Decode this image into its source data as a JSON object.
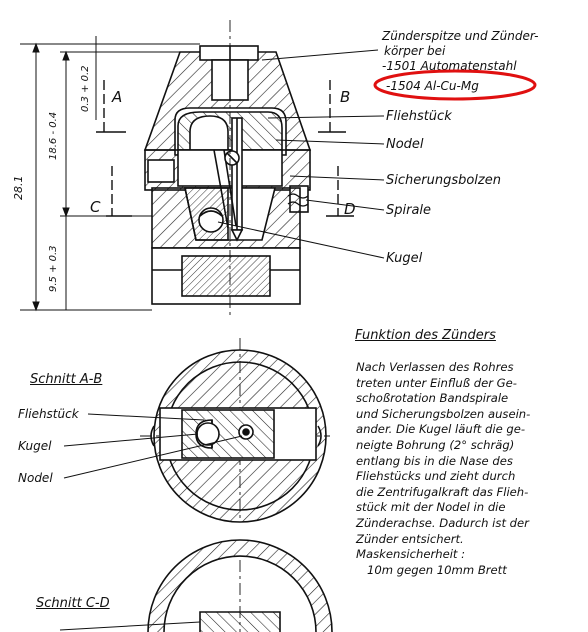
{
  "labels": {
    "tip_line1": "Zünderspitze und Zünder-",
    "tip_line2": "körper bei",
    "tip_line3": "-1501 Automatenstahl",
    "tip_line4": "-1504 Al-Cu-Mg",
    "fliehstueck": "Fliehstück",
    "nodel": "Nodel",
    "sicherungsbolzen": "Sicherungsbolzen",
    "spirale": "Spirale",
    "kugel": "Kugel",
    "section_a": "A",
    "section_b": "B",
    "section_c": "C",
    "section_d": "D"
  },
  "dimensions": {
    "total": "28.1",
    "upper": "18.6 - 0.4",
    "top": "0.3 + 0.2",
    "lower": "9.5 + 0.3"
  },
  "highlight_color": "#e01010",
  "section_ab": {
    "title": "Schnitt A-B",
    "fliehstueck": "Fliehstück",
    "kugel": "Kugel",
    "nodel": "Nodel"
  },
  "section_cd": {
    "title": "Schnitt C-D"
  },
  "function": {
    "title": "Funktion des Zünders",
    "lines": [
      "Nach Verlassen des Rohres",
      "treten unter Einfluß der Ge-",
      "schoßrotation Bandspirale",
      "und Sicherungsbolzen ausein-",
      "ander. Die Kugel läuft die ge-",
      "neigte Bohrung (2° schräg)",
      "entlang bis in die Nase des",
      "Fliehstücks und zieht durch",
      "die Zentrifugalkraft das Flieh-",
      "stück mit der Nodel in die",
      "Zünderachse. Dadurch ist der",
      "Zünder entsichert.",
      "Maskensicherheit :",
      "   10m gegen 10mm Brett"
    ]
  }
}
